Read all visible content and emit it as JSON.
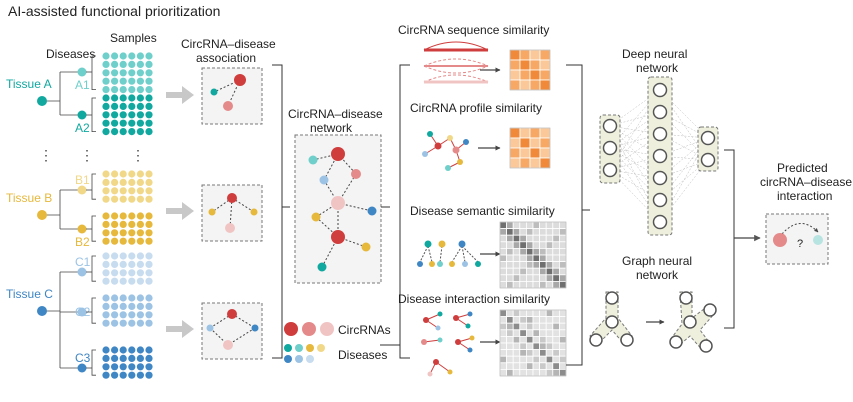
{
  "title": "AI-assisted functional prioritization",
  "headers": {
    "diseases": "Diseases",
    "samples": "Samples",
    "assoc": [
      "CircRNA–disease",
      "association"
    ],
    "network": [
      "CircRNA–disease",
      "network"
    ],
    "dnn": [
      "Deep neural",
      "network"
    ],
    "gnn": [
      "Graph neural",
      "network"
    ],
    "predicted": [
      "Predicted",
      "circRNA–disease",
      "interaction"
    ]
  },
  "tissues": [
    {
      "label": "Tissue A",
      "color": "#11a8a0",
      "diseases": [
        "A1",
        "A2"
      ]
    },
    {
      "label": "Tissue B",
      "color": "#e6b83c",
      "diseases": [
        "B1",
        "B2"
      ]
    },
    {
      "label": "Tissue C",
      "color": "#3f86c4",
      "diseases": [
        "C1",
        "C2",
        "C3"
      ]
    }
  ],
  "ellipsis": "⋮",
  "similarities": {
    "seq": "CircRNA sequence similarity",
    "profile": "CircRNA profile similarity",
    "semantic": "Disease semantic similarity",
    "interaction": "Disease interaction similarity"
  },
  "legend": {
    "circrnas": "CircRNAs",
    "diseases": "Diseases"
  },
  "question_mark": "?",
  "colors": {
    "teal": "#11a8a0",
    "teal_light": "#6fcfcb",
    "yellow": "#e6b83c",
    "yellow_light": "#f1d889",
    "blue": "#3f86c4",
    "blue_light": "#9cc3e4",
    "blue_pale": "#c7dcef",
    "red": "#cf3d3d",
    "pink": "#e58a8a",
    "pink_light": "#f1c4c4",
    "orange": "#f08a3a",
    "orange_light": "#fbc899",
    "nn_fill": "#eef0dd"
  }
}
